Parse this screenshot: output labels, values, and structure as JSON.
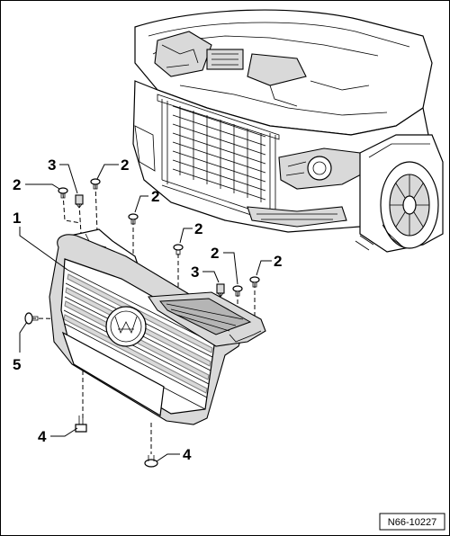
{
  "figure": {
    "reference": "N66-10227"
  },
  "callouts": [
    {
      "id": "c1",
      "label": "1"
    },
    {
      "id": "c2a",
      "label": "2"
    },
    {
      "id": "c2b",
      "label": "2"
    },
    {
      "id": "c2c",
      "label": "2"
    },
    {
      "id": "c2d",
      "label": "2"
    },
    {
      "id": "c2e",
      "label": "2"
    },
    {
      "id": "c2f",
      "label": "2"
    },
    {
      "id": "c3a",
      "label": "3"
    },
    {
      "id": "c3b",
      "label": "3"
    },
    {
      "id": "c4a",
      "label": "4"
    },
    {
      "id": "c4b",
      "label": "4"
    },
    {
      "id": "c5",
      "label": "5"
    }
  ]
}
